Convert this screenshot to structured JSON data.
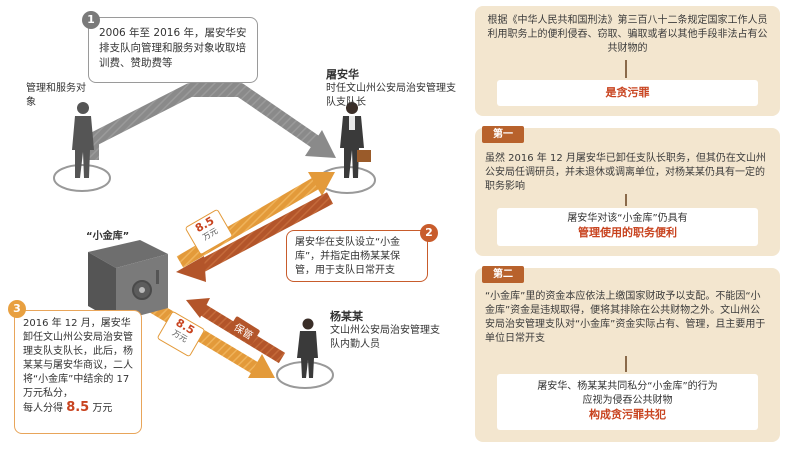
{
  "left": {
    "step1": {
      "number": "1",
      "text": "2006 年至 2016 年，屠安华安排支队向管理和服务对象收取培训费、赞助费等"
    },
    "step2": {
      "number": "2",
      "text": "屠安华在支队设立“小金库”，并指定由杨某某保管，用于支队日常开支"
    },
    "step3": {
      "number": "3",
      "text": "2016 年 12 月，屠安华卸任文山州公安局治安管理支队支队长，此后，杨某某与屠安华商议，二人将“小金库”中结余的 17 万元私分，",
      "tail_prefix": "每人分得 ",
      "tail_amount": "8.5",
      "tail_unit": " 万元"
    },
    "target_label": "管理和服务对象",
    "tu_name": "屠安华",
    "tu_title": "时任文山州公安局治安管理支队支队长",
    "yang_name": "杨某某",
    "yang_title": "文山州公安局治安管理支队内勤人员",
    "safe_label": "“小金库”",
    "arrow_amount_top": "8.5",
    "arrow_unit_top": "万元",
    "arrow_amount_bottom": "8.5",
    "arrow_unit_bottom": "万元",
    "custody_label": "保管"
  },
  "right": {
    "law_text": "根据《中华人民共和国刑法》第三百八十二条规定国家工作人员利用职务上的便利侵吞、窃取、骗取或者以其他手段非法占有公共财物的",
    "law_result": "是贪污罪",
    "first_tag": "第一",
    "first_text": "虽然 2016 年 12 月屠安华已卸任支队长职务，但其仍在文山州公安局任调研员，并未退休或调离单位，对杨某某仍具有一定的职务影响",
    "first_result_line1": "屠安华对该“小金库”仍具有",
    "first_result_line2": "管理使用的职务便利",
    "second_tag": "第二",
    "second_text": "“小金库”里的资金本应依法上缴国家财政予以支配。不能因“小金库”资金是违规取得，便将其排除在公共财物之外。文山州公安局治安管理支队对“小金库”资金实际占有、管理，且主要用于单位日常开支",
    "second_result_line1": "屠安华、杨某某共同私分“小金库”的行为",
    "second_result_line2": "应视为侵吞公共财物",
    "second_result_line3": "构成贪污罪共犯"
  },
  "colors": {
    "orange": "#e39a3a",
    "brown": "#b3552a",
    "gray": "#7b7b7b",
    "panel": "#f3e6cf",
    "red": "#c8431f"
  }
}
